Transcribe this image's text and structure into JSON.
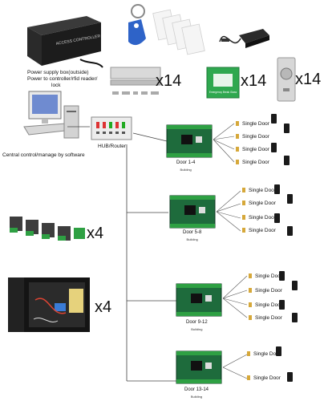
{
  "power_box": {
    "panel_text": "ACCESS CONTROLLER",
    "caption_1": "Power supply box(outside)",
    "caption_2": "Power to controller/rfid reader/",
    "caption_3": "lock"
  },
  "accessories": {
    "mag_lock_qty": "x14",
    "emergency_qty": "x14",
    "exit_button_qty": "x14",
    "emergency_text": "Emergency Break Glass"
  },
  "pc": {
    "caption": "Central control/manage by software"
  },
  "hub": {
    "caption": "HUB/Router"
  },
  "relays": {
    "qty": "x4"
  },
  "cabinet": {
    "qty": "x4"
  },
  "controllers": [
    {
      "name": "Door 1-4",
      "sub": "Building",
      "doors": [
        "Single Door",
        "Single Door",
        "Single Door",
        "Single Door"
      ]
    },
    {
      "name": "Door 5-8",
      "sub": "Building",
      "doors": [
        "Single Door",
        "Single Door",
        "Single Door",
        "Single Door"
      ]
    },
    {
      "name": "Door 9-12",
      "sub": "Building",
      "doors": [
        "Single Door",
        "Single Door",
        "Single Door",
        "Single Door"
      ]
    },
    {
      "name": "Door 13-14",
      "sub": "Building",
      "doors": [
        "Single Door",
        "Single Door"
      ]
    }
  ]
}
